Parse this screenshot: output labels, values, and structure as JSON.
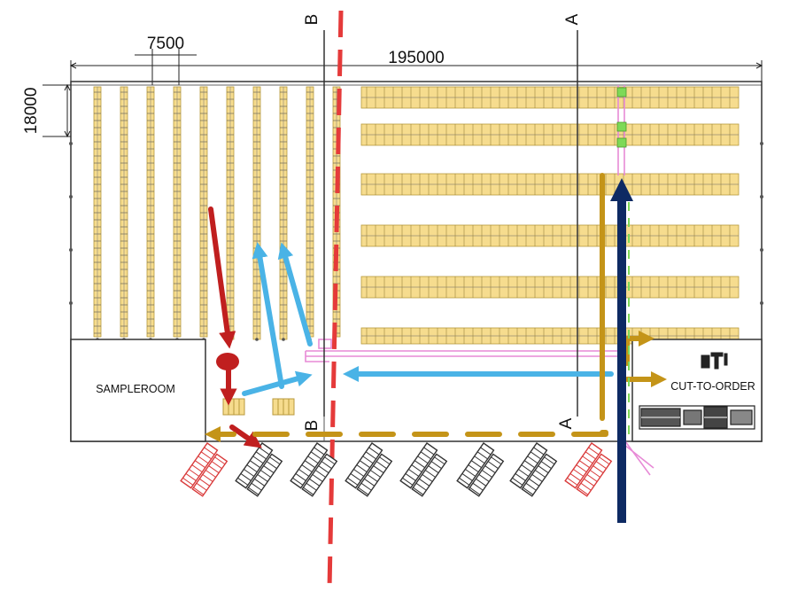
{
  "dimensions": {
    "aisle_pitch": "7500",
    "total_length": "195000",
    "rack_depth": "18000"
  },
  "sections": {
    "a_top": "A",
    "a_bottom": "A",
    "b_top": "B",
    "b_bottom": "B"
  },
  "rooms": {
    "sample_room": "SAMPLEROOM",
    "cut_to_order": "CUT-TO-ORDER"
  },
  "colors": {
    "rack_fill": "#f6dc8e",
    "rack_line": "#b89a3c",
    "section_line": "#e53a3a",
    "flow_inbound": "#c01f1f",
    "flow_putaway": "#4ab3e6",
    "flow_picking": "#c49418",
    "flow_main": "#0e2a63",
    "conveyor": "#e78ad6",
    "dock_red": "#d93a3a",
    "dock_dark": "#333333",
    "node_green": "#7ed957"
  }
}
